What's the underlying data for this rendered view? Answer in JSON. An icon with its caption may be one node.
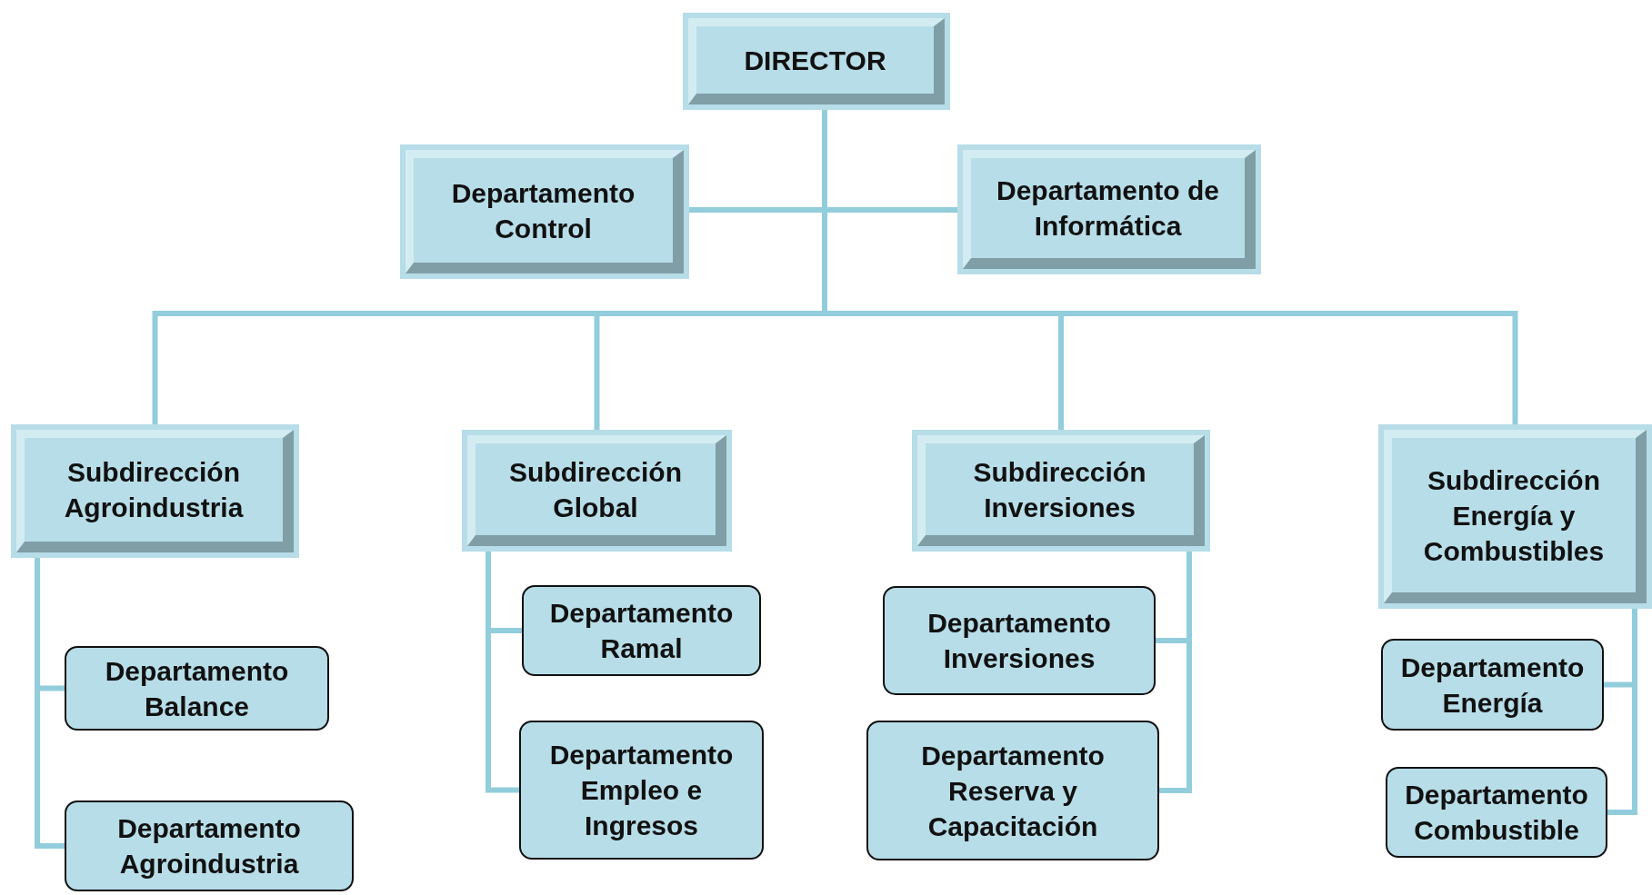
{
  "diagram": {
    "nodes": [
      {
        "text": [
          "DIRECTOR"
        ]
      },
      {
        "text": [
          "Departamento Control"
        ]
      },
      {
        "text": [
          "Departamento de Informática"
        ]
      },
      {
        "text": [
          "Subdirección Agroindustria"
        ]
      },
      {
        "text": [
          "Subdirección Global"
        ]
      },
      {
        "text": [
          "Subdirección Inversiones"
        ]
      },
      {
        "text": [
          "Subdirección Energía y Combustibles"
        ]
      },
      {
        "text": [
          "Departamento Balance"
        ]
      },
      {
        "text": [
          "Departamento Agroindustria"
        ]
      },
      {
        "text": [
          "Departamento Ramal"
        ]
      },
      {
        "text": [
          "Departamento Empleo e Ingresos"
        ]
      },
      {
        "text": [
          "Departamento Inversiones"
        ]
      },
      {
        "text": [
          "Departamento Reserva y Capacitación"
        ]
      },
      {
        "text": [
          "Departamento Energía"
        ]
      },
      {
        "text": [
          "Departamento Combustible"
        ]
      }
    ],
    "edges": [
      {
        "from": 0,
        "to": 1,
        "arrow": "none"
      },
      {
        "from": 0,
        "to": 2,
        "arrow": "none"
      },
      {
        "from": 0,
        "to": 3,
        "arrow": "none"
      },
      {
        "from": 0,
        "to": 4,
        "arrow": "none"
      },
      {
        "from": 0,
        "to": 5,
        "arrow": "none"
      },
      {
        "from": 0,
        "to": 6,
        "arrow": "none"
      },
      {
        "from": 3,
        "to": 7,
        "arrow": "none"
      },
      {
        "from": 3,
        "to": 8,
        "arrow": "none"
      },
      {
        "from": 4,
        "to": 9,
        "arrow": "none"
      },
      {
        "from": 4,
        "to": 10,
        "arrow": "none"
      },
      {
        "from": 5,
        "to": 11,
        "arrow": "none"
      },
      {
        "from": 5,
        "to": 12,
        "arrow": "none"
      },
      {
        "from": 6,
        "to": 13,
        "arrow": "none"
      },
      {
        "from": 6,
        "to": 14,
        "arrow": "none"
      }
    ]
  }
}
